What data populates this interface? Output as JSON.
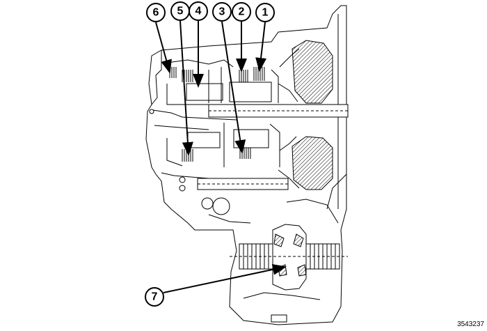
{
  "diagram": {
    "callouts": [
      {
        "id": "callout-1",
        "label": "1"
      },
      {
        "id": "callout-2",
        "label": "2"
      },
      {
        "id": "callout-3",
        "label": "3"
      },
      {
        "id": "callout-4",
        "label": "4"
      },
      {
        "id": "callout-5",
        "label": "5"
      },
      {
        "id": "callout-6",
        "label": "6"
      },
      {
        "id": "callout-7",
        "label": "7"
      }
    ],
    "figure_id": "3543237"
  }
}
